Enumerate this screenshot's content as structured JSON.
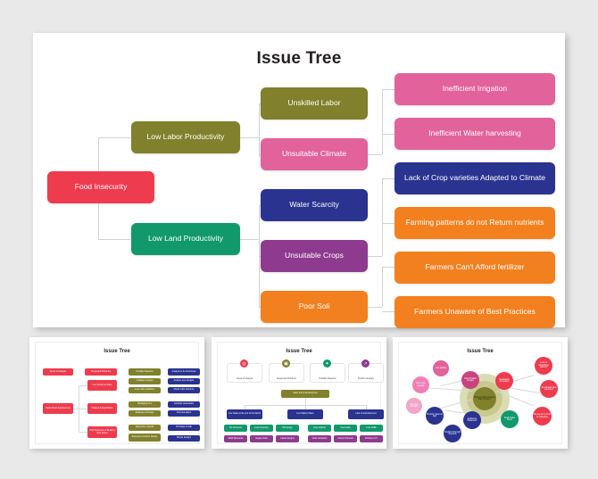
{
  "background_color": "#e9e9e9",
  "palette": {
    "red": "#ee3b4e",
    "olive": "#81802c",
    "teal": "#12996b",
    "pink": "#e2629c",
    "blue": "#2a3390",
    "purple": "#8e3a8e",
    "orange": "#f3801f",
    "connector": "#d2d2d2",
    "slide_bg": "#ffffff",
    "title_color": "#231f20"
  },
  "main_slide": {
    "title": "Issue Tree",
    "nodes": {
      "root": {
        "label": "Food Insecurity",
        "color": "#ee3b4e"
      },
      "level2": [
        {
          "label": "Low Labor Productivity",
          "color": "#81802c"
        },
        {
          "label": "Low Land Productivity",
          "color": "#12996b"
        }
      ],
      "level3": [
        {
          "label": "Unskilled Labor",
          "color": "#81802c"
        },
        {
          "label": "Unsuitable Climate",
          "color": "#e2629c"
        },
        {
          "label": "Water Scarcity",
          "color": "#2a3390"
        },
        {
          "label": "Unsuitable Crops",
          "color": "#8e3a8e"
        },
        {
          "label": "Poor Soli",
          "color": "#f3801f"
        }
      ],
      "level4": [
        {
          "label": "Inefficient Irrigation",
          "color": "#e2629c"
        },
        {
          "label": "Inefficient Water harvesting",
          "color": "#e2629c"
        },
        {
          "label": "Lack of Crop varieties Adapted to Climate",
          "color": "#2a3390"
        },
        {
          "label": "Farming patterns do  not Return nutrients",
          "color": "#f3801f"
        },
        {
          "label": "Farmers Can't Afford fertilizer",
          "color": "#f3801f"
        },
        {
          "label": "Farmers Unaware of Best Practices",
          "color": "#f3801f"
        }
      ]
    }
  },
  "thumbnails": [
    {
      "title": "Issue Tree",
      "headers": [
        {
          "label": "Areas of Analysis",
          "color": "#ee3b4e"
        },
        {
          "label": "Suspected Problems",
          "color": "#ee3b4e"
        },
        {
          "label": "Possible Reasons",
          "color": "#81802c"
        },
        {
          "label": "Analysis to be Performed",
          "color": "#2a3390"
        }
      ],
      "root": {
        "label": "Retail Chain Improvement",
        "color": "#ee3b4e"
      },
      "branches": [
        {
          "label": "Low Growth in Sales",
          "color": "#ee3b4e",
          "reasons": [
            {
              "label": "Outdated designs",
              "color": "#81802c"
            },
            {
              "label": "Less color variations",
              "color": "#81802c"
            }
          ],
          "actions": [
            {
              "label": "Analyse new designs",
              "color": "#2a3390"
            },
            {
              "label": "Check color schemes",
              "color": "#2a3390"
            }
          ]
        },
        {
          "label": "Delayed transportation",
          "color": "#ee3b4e",
          "reasons": [
            {
              "label": "Packaging time",
              "color": "#81802c"
            },
            {
              "label": "Employee shortage",
              "color": "#81802c"
            }
          ],
          "actions": [
            {
              "label": "Consider automation",
              "color": "#2a3390"
            },
            {
              "label": "Find new talent",
              "color": "#2a3390"
            }
          ]
        },
        {
          "label": "High Expenses of Building New Stores",
          "color": "#ee3b4e",
          "reasons": [
            {
              "label": "Expensive material",
              "color": "#81802c"
            },
            {
              "label": "Expensive furniture Simple",
              "color": "#81802c"
            }
          ],
          "actions": [
            {
              "label": "Purchase in bulk",
              "color": "#2a3390"
            },
            {
              "label": "Simple designs",
              "color": "#2a3390"
            }
          ]
        }
      ]
    },
    {
      "title": "Issue Tree",
      "cards": [
        {
          "label": "Areas of Analysis",
          "icon_color": "#ee3b4e",
          "icon": "◉"
        },
        {
          "label": "Suspected Problems",
          "icon_color": "#81802c",
          "icon": "▣"
        },
        {
          "label": "Possible Reasons",
          "icon_color": "#12996b",
          "icon": "✦"
        },
        {
          "label": "Perform Analysis",
          "icon_color": "#8e3a8e",
          "icon": "↗"
        }
      ],
      "root": {
        "label": "Sales Force Development",
        "color": "#81802c"
      },
      "branches": [
        {
          "label": "Low Sales at the end of the Month",
          "color": "#2a3390",
          "reasons": [
            {
              "label": "No discounts",
              "color": "#12996b"
            },
            {
              "label": "Less inventory",
              "color": "#12996b"
            },
            {
              "label": "Old design",
              "color": "#12996b"
            }
          ],
          "actions": [
            {
              "label": "EOM Discounts",
              "color": "#8e3a8e"
            },
            {
              "label": "Supply chain",
              "color": "#8e3a8e"
            },
            {
              "label": "Latest designs",
              "color": "#8e3a8e"
            }
          ]
        },
        {
          "label": "Low Market Share",
          "color": "#2a3390",
          "reasons": [
            {
              "label": "Few variants",
              "color": "#12996b"
            },
            {
              "label": "Few leads",
              "color": "#12996b"
            }
          ],
          "actions": [
            {
              "label": "Color variations",
              "color": "#8e3a8e"
            },
            {
              "label": "Check Channels",
              "color": "#8e3a8e"
            }
          ]
        },
        {
          "label": "Lack of advertisement",
          "color": "#2a3390",
          "reasons": [
            {
              "label": "Less traffic",
              "color": "#12996b"
            }
          ],
          "actions": [
            {
              "label": "Enhance UX",
              "color": "#8e3a8e"
            }
          ]
        }
      ]
    },
    {
      "title": "Issue Tree",
      "center": {
        "label": "Why are New Product Sales Down?",
        "color": "#81802c"
      },
      "bubbles": [
        {
          "label": "Low Quality",
          "color": "#e2629c"
        },
        {
          "label": "Not trendy enough",
          "color": "#ee7fb4"
        },
        {
          "label": "Not used enough?",
          "color": "#f0a5c9"
        },
        {
          "label": "Poor Product Design",
          "color": "#c9447f"
        },
        {
          "label": "Inadequate Promotion",
          "color": "#ee3b4e"
        },
        {
          "label": "Lack of advertising dollars?",
          "color": "#ee3b4e"
        },
        {
          "label": "Benchmark best practices?",
          "color": "#ee3b4e"
        },
        {
          "label": "No buy-in by head of marketing",
          "color": "#ee3b4e"
        },
        {
          "label": "Small Sales Force",
          "color": "#12996b"
        },
        {
          "label": "Ineffective Placement",
          "color": "#2a3390"
        },
        {
          "label": "Couldn't find right channels",
          "color": "#2a3390"
        },
        {
          "label": "Product costs too high",
          "color": "#2a3390"
        }
      ]
    }
  ]
}
